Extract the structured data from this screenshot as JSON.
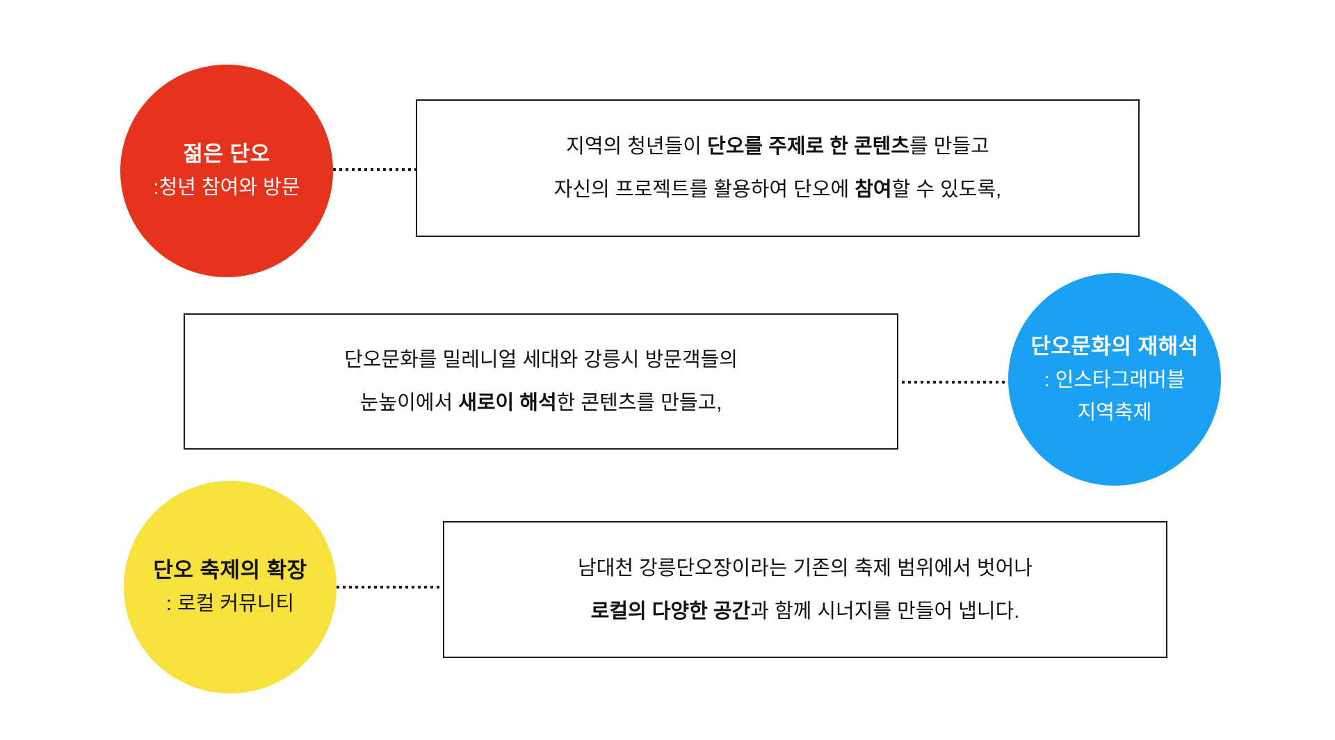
{
  "colors": {
    "red_circle": "#e6331d",
    "blue_circle": "#1ba1f3",
    "yellow_circle": "#f7e23d",
    "connector": "#1a1a1a",
    "box_border": "#1c1c1c",
    "text_dark": "#111111",
    "text_light": "#ffffff"
  },
  "nodes": {
    "young_dano": {
      "circle_lines": [
        [
          {
            "t": "젊은 단오",
            "b": true
          }
        ],
        [
          {
            "t": ":청년 참여와 방문",
            "b": false
          }
        ]
      ],
      "box_lines": [
        [
          {
            "t": "지역의 청년들이 ",
            "b": false
          },
          {
            "t": "단오를 주제로 한 콘텐츠",
            "b": true
          },
          {
            "t": "를 만들고",
            "b": false
          }
        ],
        [
          {
            "t": "자신의 프로젝트를 활용하여 단오에 ",
            "b": false
          },
          {
            "t": "참여",
            "b": true
          },
          {
            "t": "할 수 있도록,",
            "b": false
          }
        ]
      ]
    },
    "reinterpretation": {
      "circle_lines": [
        [
          {
            "t": "단오문화의 재해석",
            "b": true
          }
        ],
        [
          {
            "t": ": 인스타그래머블",
            "b": false
          }
        ],
        [
          {
            "t": "지역축제",
            "b": false
          }
        ]
      ],
      "box_lines": [
        [
          {
            "t": "단오문화를 밀레니얼 세대와 강릉시 방문객들의",
            "b": false
          }
        ],
        [
          {
            "t": "눈높이에서 ",
            "b": false
          },
          {
            "t": "새로이 해석",
            "b": true
          },
          {
            "t": "한 콘텐츠를 만들고,",
            "b": false
          }
        ]
      ]
    },
    "expansion": {
      "circle_lines": [
        [
          {
            "t": "단오 축제의 확장",
            "b": true
          }
        ],
        [
          {
            "t": ": 로컬 커뮤니티",
            "b": false
          }
        ]
      ],
      "box_lines": [
        [
          {
            "t": "남대천 강릉단오장이라는 기존의 축제 범위에서 벗어나",
            "b": false
          }
        ],
        [
          {
            "t": "로컬의 다양한 공간",
            "b": true
          },
          {
            "t": "과 함께 시너지를 만들어 냅니다.",
            "b": false
          }
        ]
      ]
    }
  }
}
